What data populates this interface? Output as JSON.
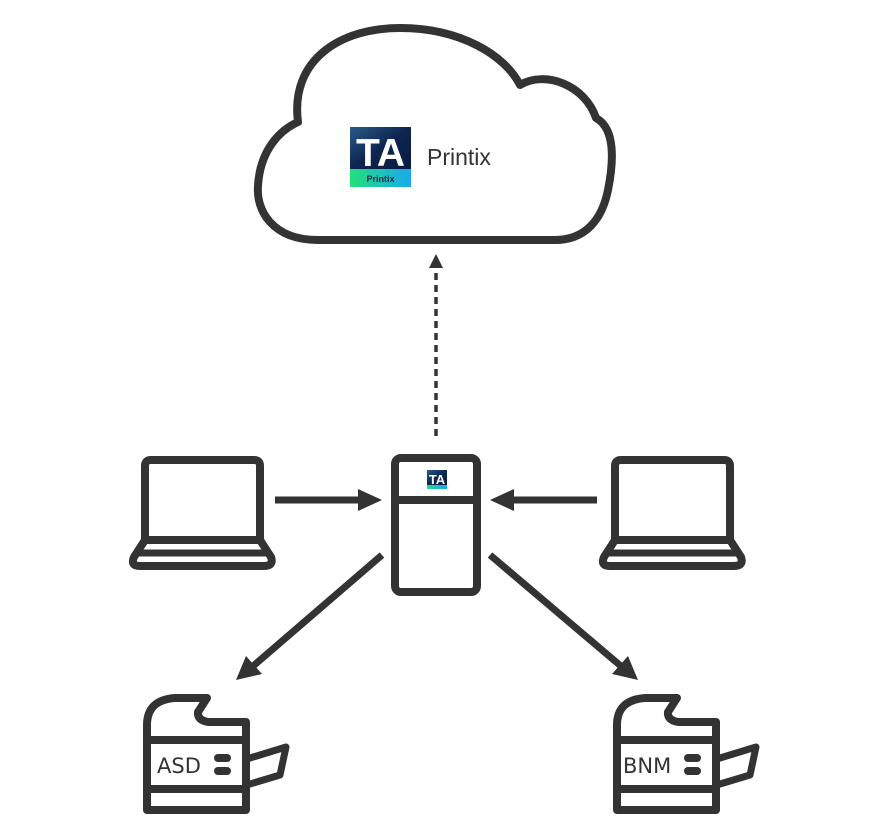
{
  "diagram": {
    "cloud": {
      "service_name": "Printix",
      "logo": {
        "letters": "TA",
        "sub_label": "Printix"
      }
    },
    "server": {
      "logo_letters": "TA"
    },
    "clients": [
      {
        "id": "laptop-left",
        "icon": "laptop-icon"
      },
      {
        "id": "laptop-right",
        "icon": "laptop-icon"
      }
    ],
    "printers": [
      {
        "id": "printer-left",
        "label": "ASD",
        "icon": "printer-icon"
      },
      {
        "id": "printer-right",
        "label": "BNM",
        "icon": "printer-icon"
      }
    ],
    "connections": [
      {
        "from": "server",
        "to": "cloud",
        "style": "dashed"
      },
      {
        "from": "laptop-left",
        "to": "server",
        "style": "solid"
      },
      {
        "from": "laptop-right",
        "to": "server",
        "style": "solid"
      },
      {
        "from": "server",
        "to": "printer-left",
        "style": "solid"
      },
      {
        "from": "server",
        "to": "printer-right",
        "style": "solid"
      }
    ],
    "colors": {
      "stroke": "#333333",
      "logo_dark": "#0d2550",
      "logo_gradient_start": "#22e07a",
      "logo_gradient_end": "#1aa8f0"
    }
  }
}
